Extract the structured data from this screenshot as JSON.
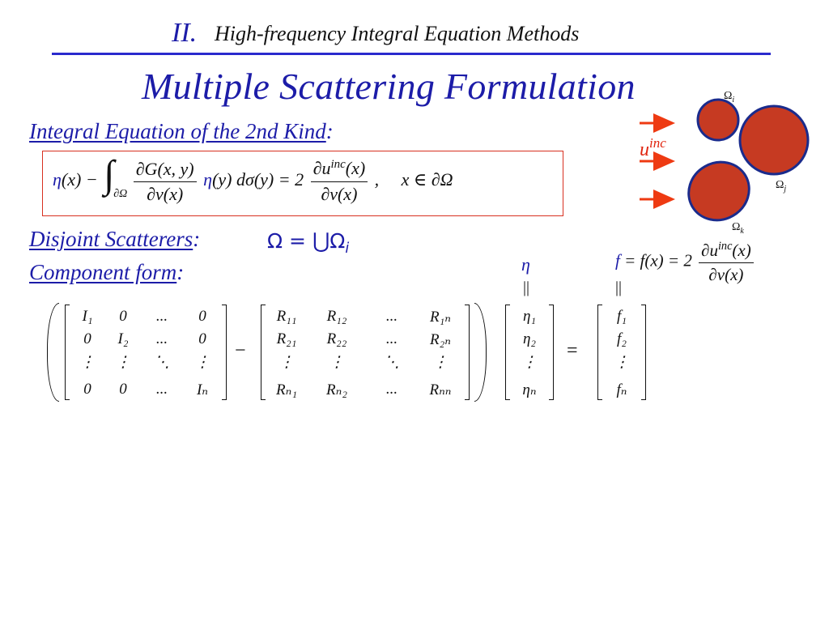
{
  "header": {
    "section_number": "II.",
    "section_title": "High-frequency Integral Equation Methods",
    "rule_color": "#2a2acd"
  },
  "slide": {
    "title": "Multiple Scattering Formulation"
  },
  "sections": {
    "integral_label": "Integral Equation of the 2nd Kind",
    "disjoint_label": "Disjoint Scatterers",
    "component_label": "Component form",
    "colon": ":"
  },
  "equation_main": {
    "lhs_eta": "η",
    "lhs_x": "(x) −",
    "integral_sign": "∫",
    "integral_domain": "∂Ω",
    "kernel_numerator": "∂G(x, y)",
    "kernel_denominator": "∂ν(x)",
    "eta_y": "η",
    "measure": "(y) dσ(y) = 2",
    "rhs_numerator_a": "∂u",
    "rhs_numerator_sup": "inc",
    "rhs_numerator_b": "(x)",
    "rhs_denominator": "∂ν(x)",
    "condition": ",     x ∈ ∂Ω",
    "box_color": "#d83020"
  },
  "omega_union": {
    "lhs": "Ω",
    "eq": " = ",
    "union": "⋃",
    "rhs": "Ω",
    "rhs_sub": "i"
  },
  "f_definition": {
    "f": "f",
    "expr": " = f(x) = 2",
    "numerator_a": "∂u",
    "numerator_sup": "inc",
    "numerator_b": "(x)",
    "denominator": "∂ν(x)"
  },
  "matrix_labels": {
    "eta": "η",
    "eta_eq": "||",
    "f_eq": "||"
  },
  "matrix": {
    "identity": [
      [
        "I₁",
        "0",
        "...",
        "0"
      ],
      [
        "0",
        "I₂",
        "...",
        "0"
      ],
      [
        "⋮",
        "⋮",
        "⋱",
        "⋮"
      ],
      [
        "0",
        "0",
        "...",
        "Iₙ"
      ]
    ],
    "minus": "−",
    "R": [
      [
        "R₁₁",
        "R₁₂",
        "...",
        "R₁ₙ"
      ],
      [
        "R₂₁",
        "R₂₂",
        "...",
        "R₂ₙ"
      ],
      [
        "⋮",
        "⋮",
        "⋱",
        "⋮"
      ],
      [
        "Rₙ₁",
        "Rₙ₂",
        "...",
        "Rₙₙ"
      ]
    ],
    "eta_vec": [
      "η₁",
      "η₂",
      "⋮",
      "ηₙ"
    ],
    "equals": "=",
    "f_vec": [
      "f₁",
      "f₂",
      "⋮",
      "fₙ"
    ]
  },
  "figure": {
    "incident_label": "u",
    "incident_sup": "inc",
    "omega_i": "Ω",
    "omega_i_sub": "i",
    "omega_j": "Ω",
    "omega_j_sub": "j",
    "omega_k": "Ω",
    "omega_k_sub": "k",
    "scatterer_fill": "#c63a22",
    "scatterer_stroke": "#1a2b8c",
    "arrow_color": "#ee3a12"
  }
}
